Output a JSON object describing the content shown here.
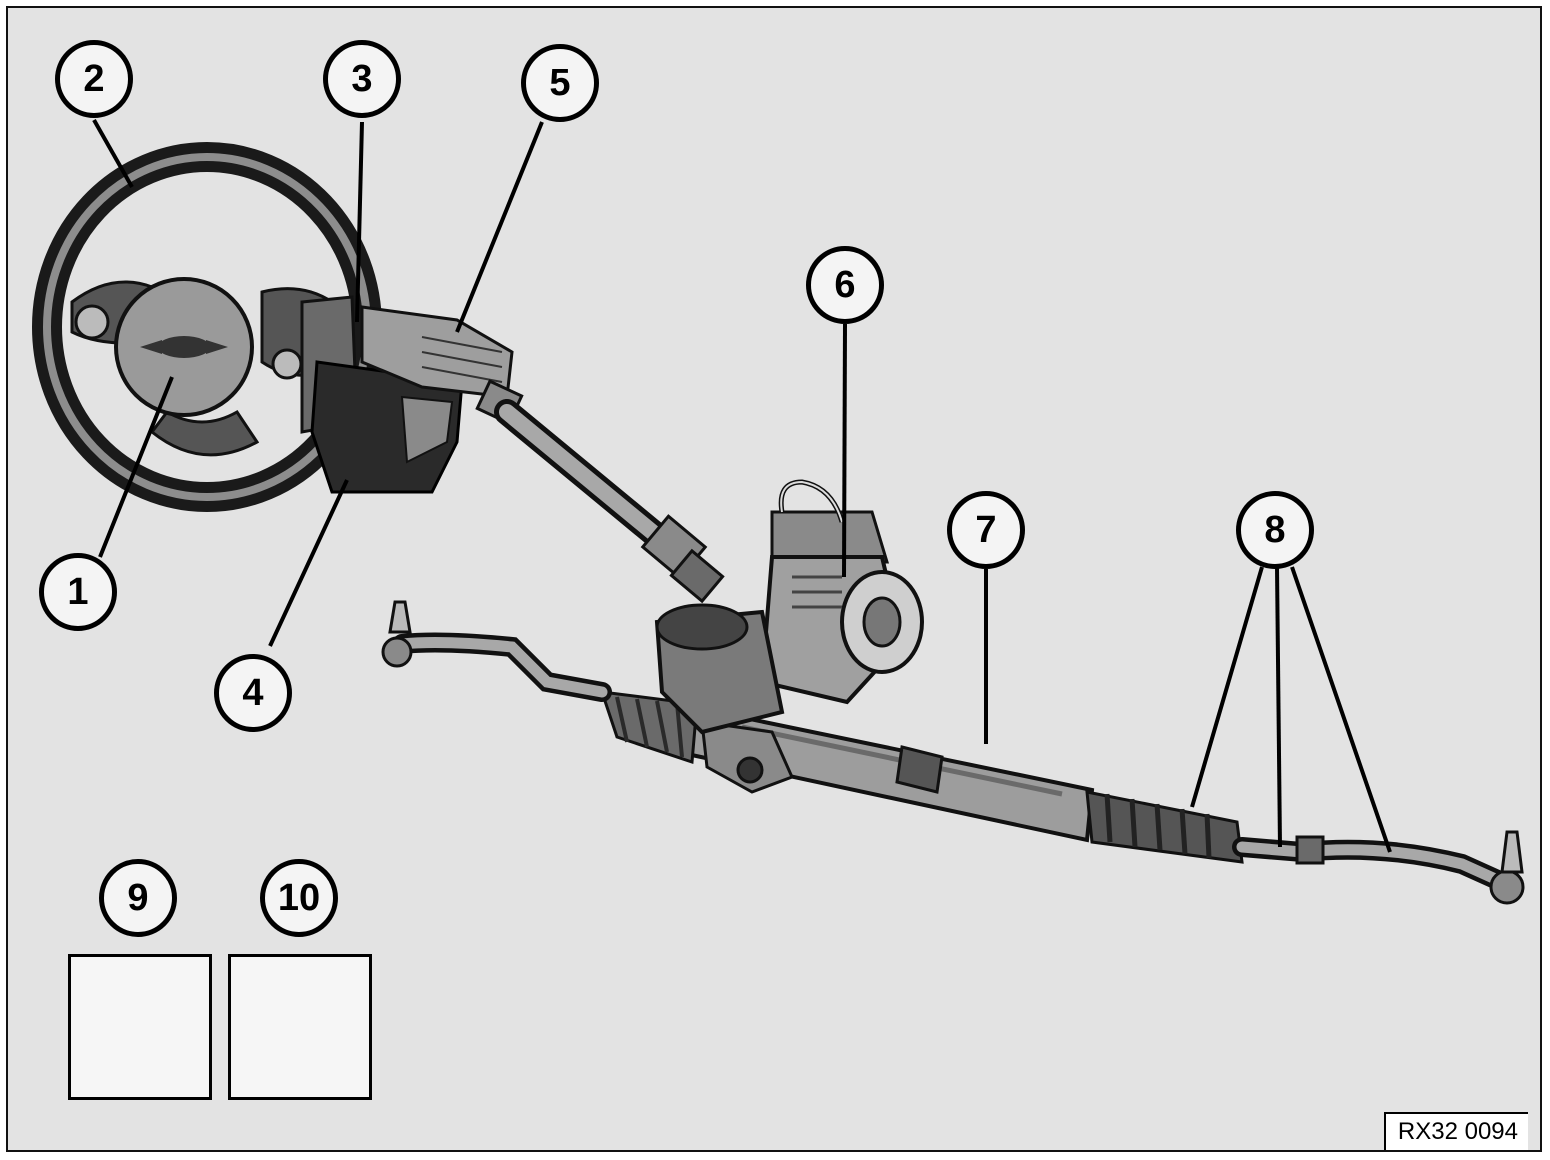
{
  "figure": {
    "callouts": [
      {
        "id": "1",
        "label": "1"
      },
      {
        "id": "2",
        "label": "2"
      },
      {
        "id": "3",
        "label": "3"
      },
      {
        "id": "4",
        "label": "4"
      },
      {
        "id": "5",
        "label": "5"
      },
      {
        "id": "6",
        "label": "6"
      },
      {
        "id": "7",
        "label": "7"
      },
      {
        "id": "8",
        "label": "8"
      },
      {
        "id": "9",
        "label": "9"
      },
      {
        "id": "10",
        "label": "10"
      }
    ],
    "icons": [
      {
        "name": "car-adjust-icon",
        "label_ref": "9"
      },
      {
        "name": "car-question-icon",
        "label_ref": "10"
      }
    ],
    "figure_id": "RX32 0094"
  },
  "colors": {
    "background": "#e3e3e3",
    "ink": "#000000",
    "part_fill": "#7a7a7a"
  }
}
